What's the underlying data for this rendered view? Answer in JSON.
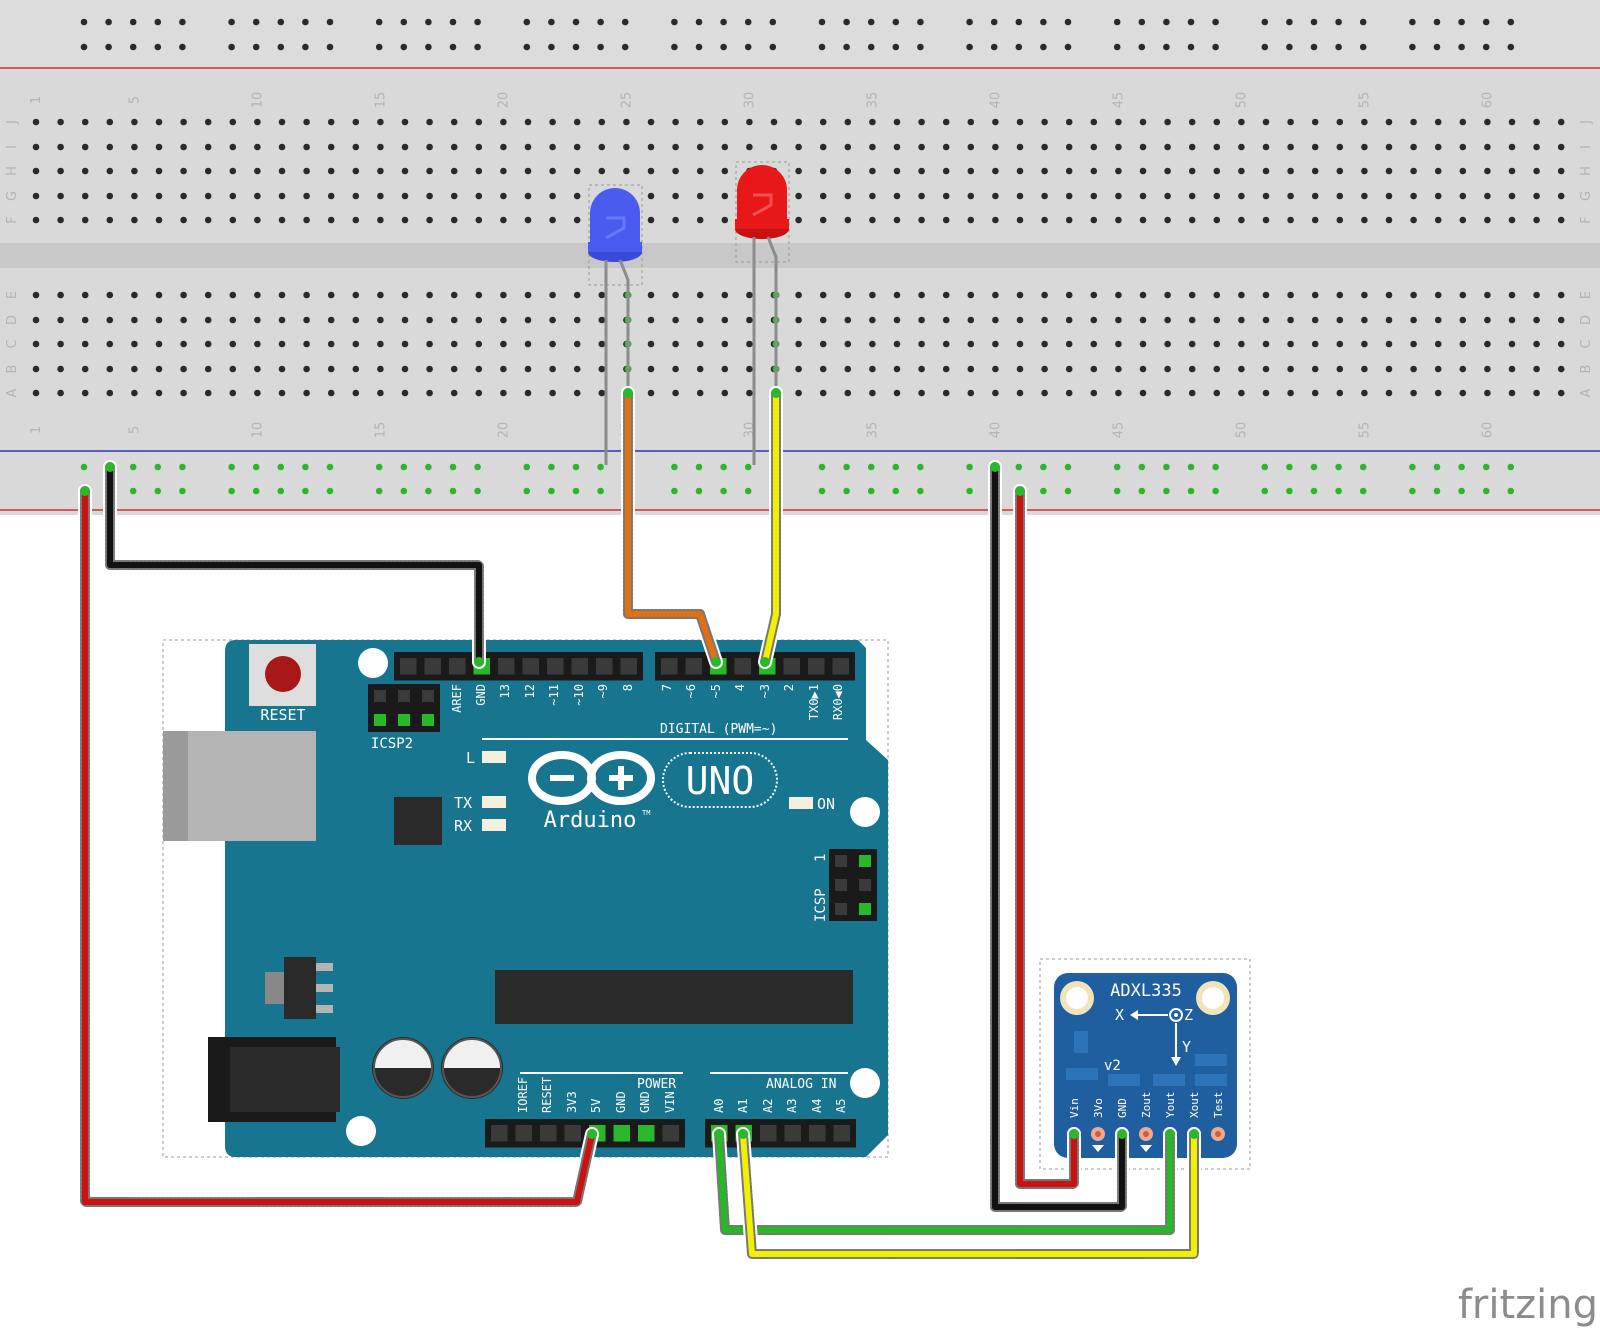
{
  "breadboard": {
    "column_numbers": [
      "1",
      "5",
      "10",
      "15",
      "20",
      "25",
      "30",
      "35",
      "40",
      "45",
      "50",
      "55",
      "60"
    ],
    "upper_rows": [
      "J",
      "I",
      "H",
      "G",
      "F"
    ],
    "lower_rows": [
      "E",
      "D",
      "C",
      "B",
      "A"
    ]
  },
  "arduino": {
    "reset_label": "RESET",
    "icsp2_label": "ICSP2",
    "icsp_label": "ICSP",
    "icsp_pin1": "1",
    "digital_label": "DIGITAL (PWM=~)",
    "digital_pins": [
      "AREF",
      "GND",
      "13",
      "12",
      "~11",
      "~10",
      "~9",
      "8",
      "7",
      "~6",
      "~5",
      "4",
      "~3",
      "2",
      "TX0▶1",
      "RX0◀0"
    ],
    "led_l": "L",
    "led_tx": "TX",
    "led_rx": "RX",
    "led_on": "ON",
    "brand": "Arduino",
    "tm": "TM",
    "model": "UNO",
    "power_label": "POWER",
    "power_pins": [
      "IOREF",
      "RESET",
      "3V3",
      "5V",
      "GND",
      "GND",
      "VIN"
    ],
    "analog_label": "ANALOG IN",
    "analog_pins": [
      "A0",
      "A1",
      "A2",
      "A3",
      "A4",
      "A5"
    ]
  },
  "sensor": {
    "name": "ADXL335",
    "axis_x": "X",
    "axis_z": "Z",
    "axis_y": "Y",
    "version": "v2",
    "pins": [
      "Vin",
      "3Vo",
      "GND",
      "Zout",
      "Yout",
      "Xout",
      "Test"
    ]
  },
  "watermark": "fritzing",
  "colors": {
    "board": "#17758f",
    "sensor": "#1f5fa0",
    "wire_red": "#cc1111",
    "wire_black": "#111111",
    "wire_orange": "#e07010",
    "wire_yellow": "#f0f000",
    "wire_green": "#22bb22",
    "led_blue": "#4a5cf0",
    "led_red": "#e81818"
  }
}
